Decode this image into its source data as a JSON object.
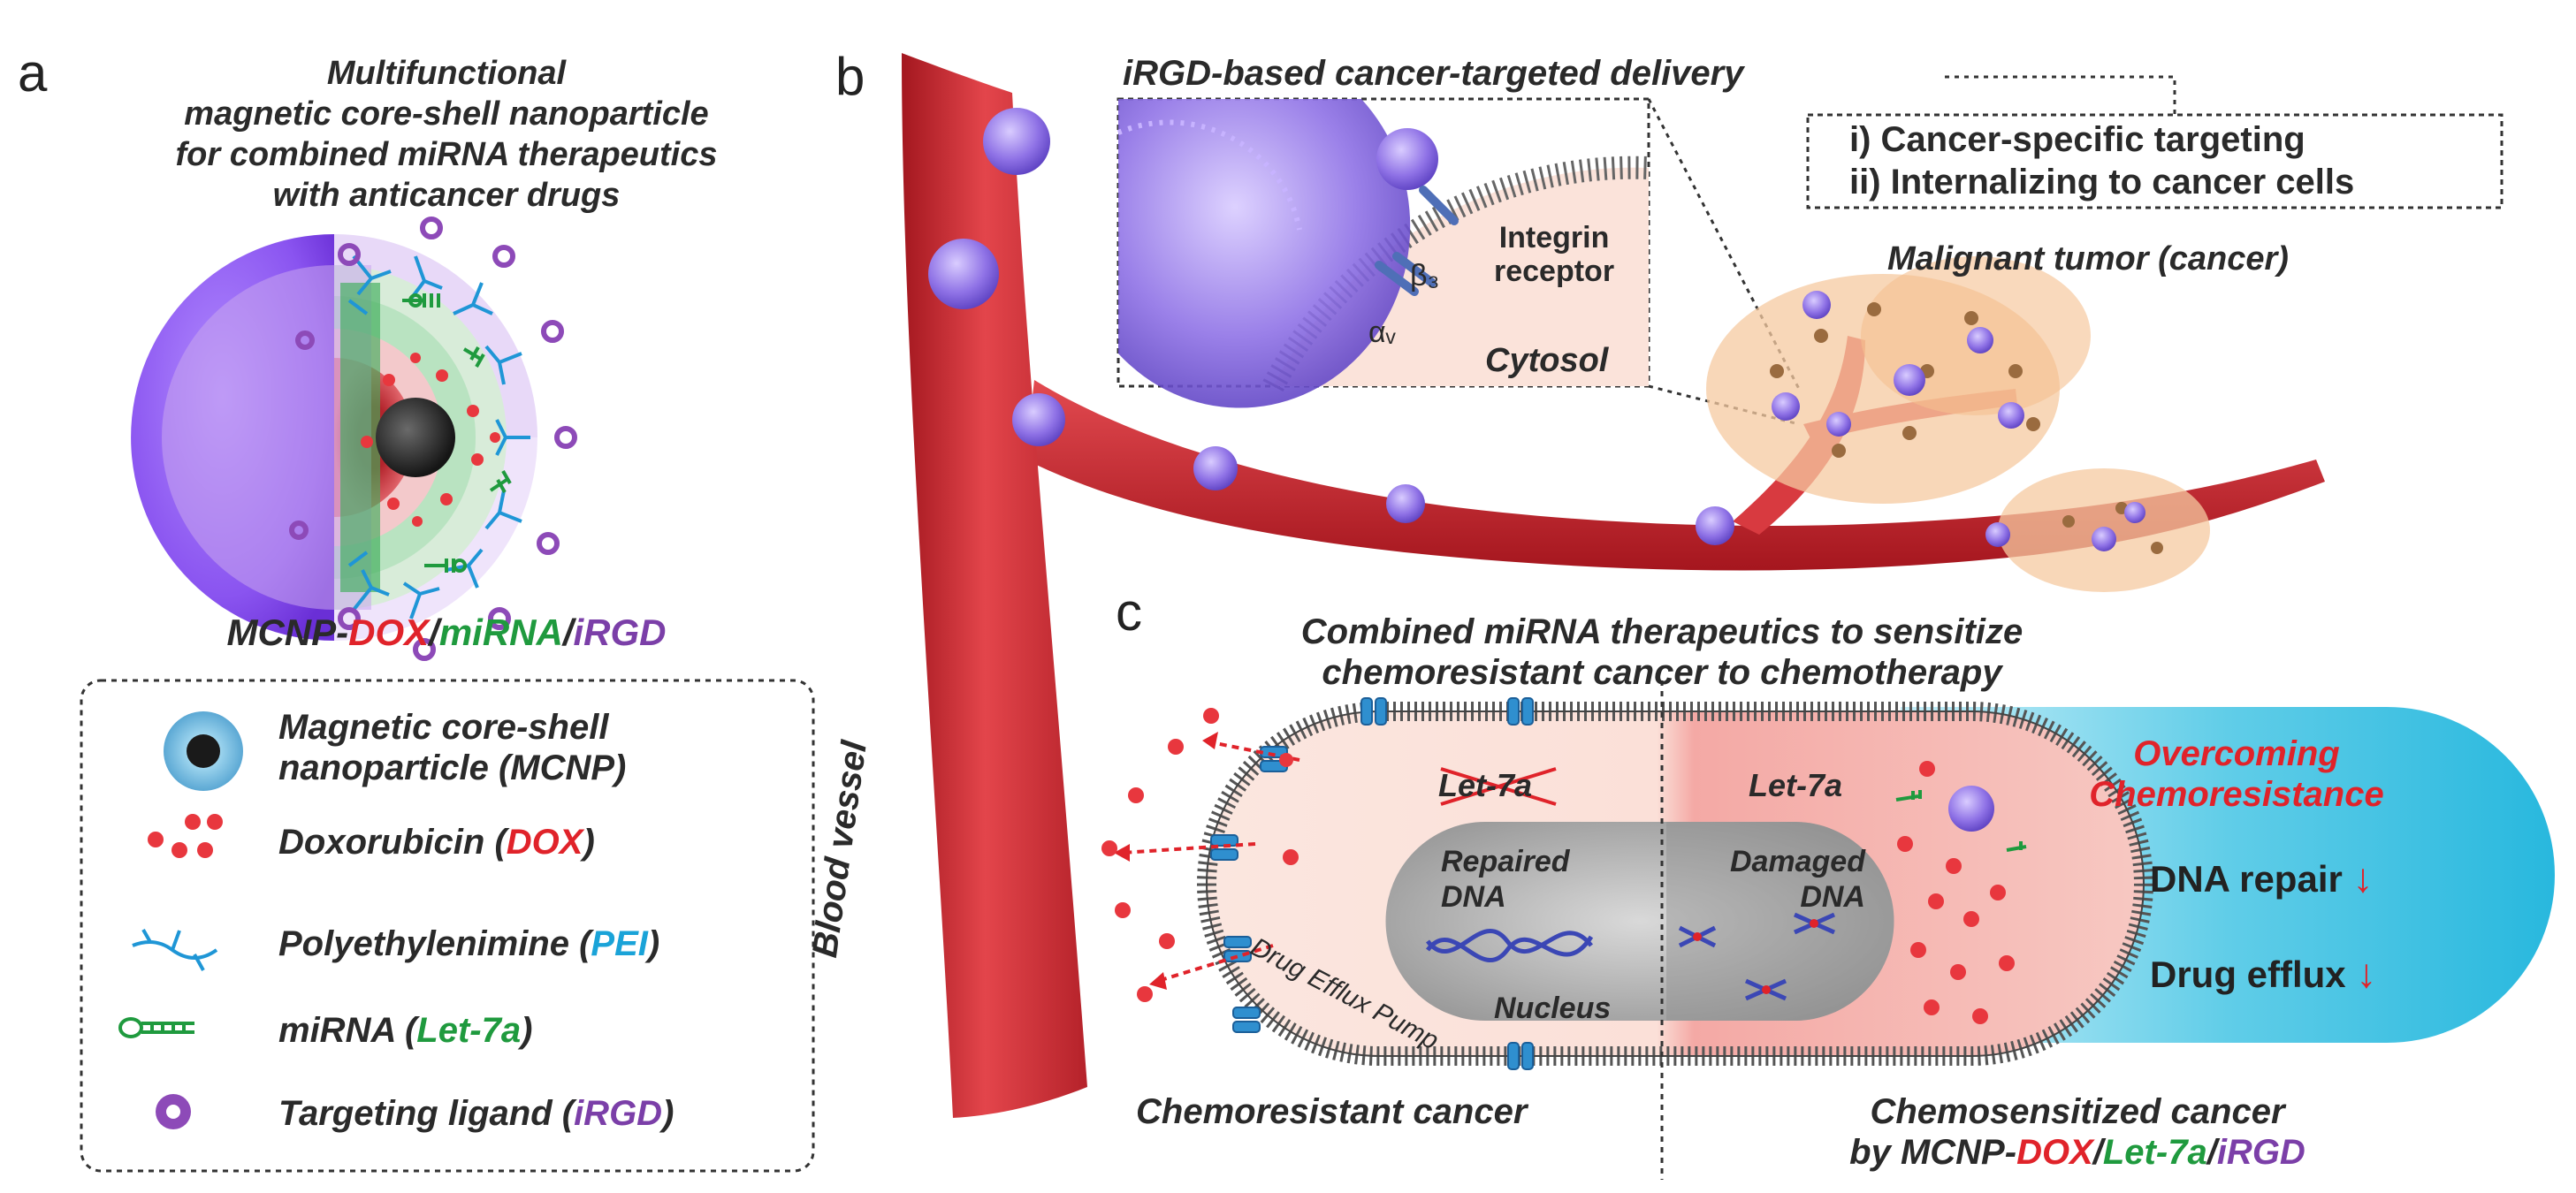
{
  "panels": {
    "a": "a",
    "b": "b",
    "c": "c"
  },
  "panel_a": {
    "title_lines": [
      "Multifunctional",
      "magnetic core-shell nanoparticle",
      "for combined miRNA therapeutics",
      "with anticancer drugs"
    ],
    "formula": {
      "prefix": "MCNP-",
      "dox": "DOX",
      "sep1": "/",
      "mirna": "miRNA",
      "sep2": "/",
      "irgd": "iRGD"
    },
    "legend": [
      {
        "line1": "Magnetic core-shell",
        "line2": "nanoparticle (MCNP)",
        "icon": "mcnp-icon"
      },
      {
        "text": "Doxorubicin (",
        "abbr": "DOX",
        "close": ")",
        "icon": "dox-icon"
      },
      {
        "text": "Polyethylenimine (",
        "abbr": "PEI",
        "close": ")",
        "icon": "pei-icon"
      },
      {
        "text": "miRNA (",
        "abbr": "Let-7a",
        "close": ")",
        "icon": "mirna-icon"
      },
      {
        "text": "Targeting ligand (",
        "abbr": "iRGD",
        "close": ")",
        "icon": "ligand-icon"
      }
    ]
  },
  "panel_b": {
    "title": "iRGD-based cancer-targeted delivery",
    "box_lines": [
      "i)  Cancer-specific targeting",
      "ii) Internalizing to cancer cells"
    ],
    "inset": {
      "integrin_line1": "Integrin",
      "integrin_line2": "receptor",
      "beta": "β₃",
      "alpha": "αᵥ",
      "cytosol": "Cytosol"
    },
    "tumor_label": "Malignant tumor (cancer)",
    "vessel_label": "Blood vessel"
  },
  "panel_c": {
    "title_lines": [
      "Combined miRNA therapeutics to sensitize",
      "chemoresistant cancer to chemotherapy"
    ],
    "let7a_crossed": "Let-7a",
    "let7a": "Let-7a",
    "repaired": [
      "Repaired",
      "DNA"
    ],
    "damaged": [
      "Damaged",
      "DNA"
    ],
    "nucleus": "Nucleus",
    "pump": "Drug Efflux Pump",
    "overcoming": [
      "Overcoming",
      "Chemoresistance"
    ],
    "dna_repair": "DNA repair",
    "drug_efflux": "Drug efflux",
    "down_arrow": "↓",
    "left_caption": "Chemoresistant cancer",
    "right_caption_line1": "Chemosensitized cancer",
    "right_caption_line2": {
      "prefix": "by MCNP-",
      "dox": "DOX",
      "sep1": "/",
      "let": "Let-7a",
      "sep2": "/",
      "irgd": "iRGD"
    }
  },
  "colors": {
    "red": "#e0232a",
    "green": "#1f9a3e",
    "purple": "#7b3fa8",
    "blue": "#1aa3d8",
    "vessel": "#d8333b",
    "cyan": "#35c3e3"
  }
}
